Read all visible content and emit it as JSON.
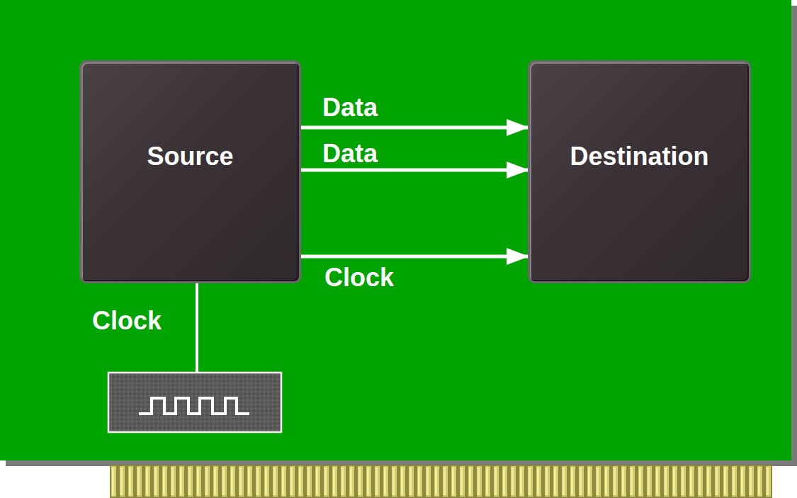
{
  "diagram": {
    "nodes": [
      {
        "text": [
          "Source"
        ]
      },
      {
        "text": [
          "Destination"
        ]
      }
    ],
    "edges": [
      {
        "from": 0,
        "to": 1,
        "arrow": "to",
        "label": "Data"
      },
      {
        "from": 0,
        "to": 1,
        "arrow": "to",
        "label": "Data"
      },
      {
        "from": 0,
        "to": 1,
        "arrow": "to",
        "label": "Clock"
      }
    ],
    "labels": [
      "Clock"
    ]
  }
}
